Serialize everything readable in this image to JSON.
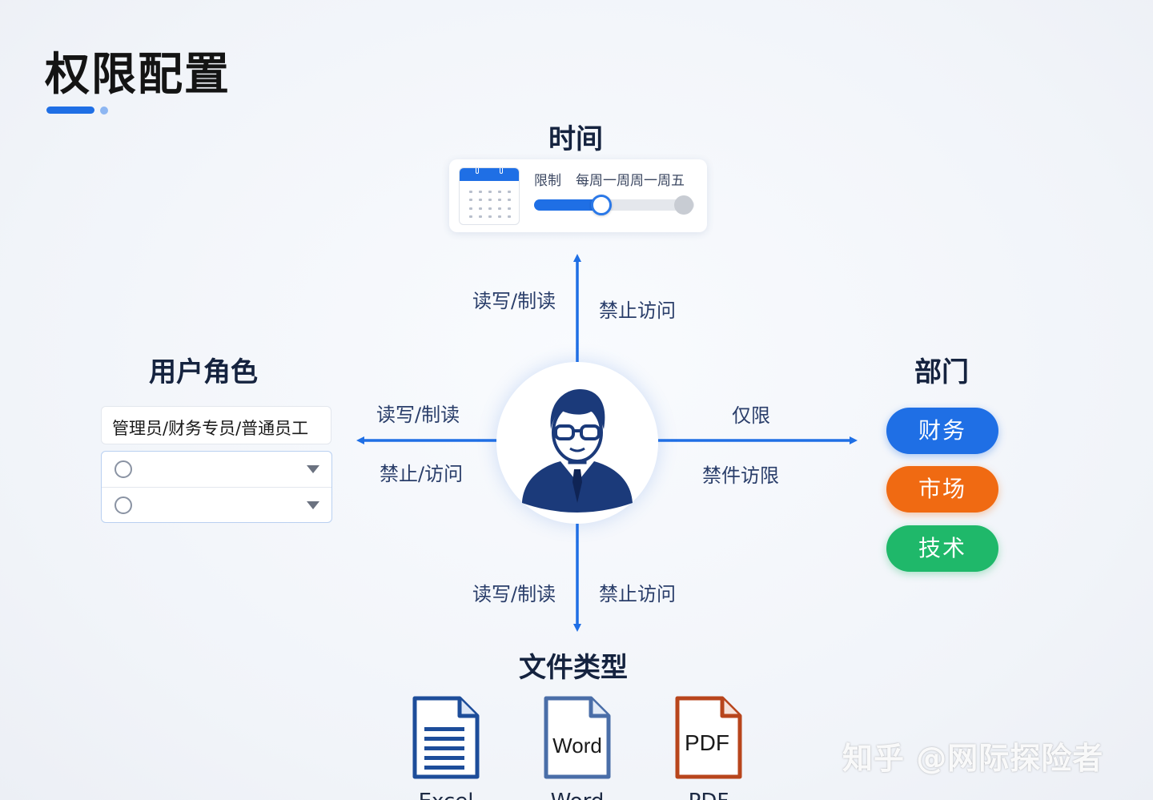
{
  "page_title": "权限配置",
  "time": {
    "title": "时间",
    "limit_label": "限制",
    "limit_value": "每周一周周一周五",
    "slider_fraction": 0.42
  },
  "user_role": {
    "title": "用户角色",
    "roles_text": "管理员/财务专员/普通员工"
  },
  "department": {
    "title": "部门",
    "items": [
      {
        "label": "财务",
        "color": "#1f6fe5"
      },
      {
        "label": "市场",
        "color": "#f06a12"
      },
      {
        "label": "技术",
        "color": "#1fb86a"
      }
    ]
  },
  "file_type": {
    "title": "文件类型",
    "files": [
      {
        "icon": "document-icon",
        "text": "",
        "label": "Excel",
        "color": "#1d4d9a"
      },
      {
        "icon": "word-file-icon",
        "text": "Word",
        "label": "Word",
        "color": "#4a6ea8"
      },
      {
        "icon": "pdf-file-icon",
        "text": "PDF",
        "label": "PDF",
        "color": "#b8451c"
      }
    ]
  },
  "edges": {
    "top_left": "读写/制读",
    "top_right": "禁止访问",
    "left_top": "读写/制读",
    "left_bottom": "禁止/访问",
    "right_top": "仅限",
    "right_bottom": "禁件访限",
    "bottom_left": "读写/制读",
    "bottom_right": "禁止访问"
  },
  "colors": {
    "accent": "#1f6fe5",
    "person": "#1b3a7a"
  },
  "watermark": "知乎 @网际探险者"
}
